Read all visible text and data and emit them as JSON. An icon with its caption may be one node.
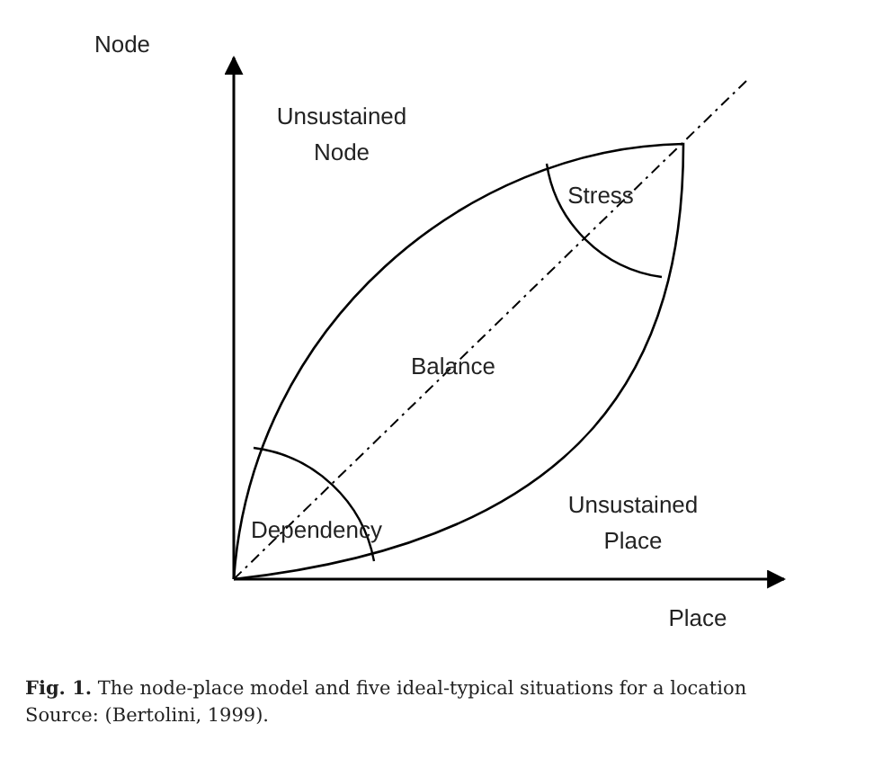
{
  "diagram": {
    "caption": "**Fig. 1.** The node-place model and five ideal-typical situations for a location Source: (Bertolini, 1999).",
    "labels": [
      "Node",
      "Unsustained Node",
      "Stress",
      "Balance",
      "Dependency",
      "Unsustained Place",
      "Place"
    ]
  }
}
